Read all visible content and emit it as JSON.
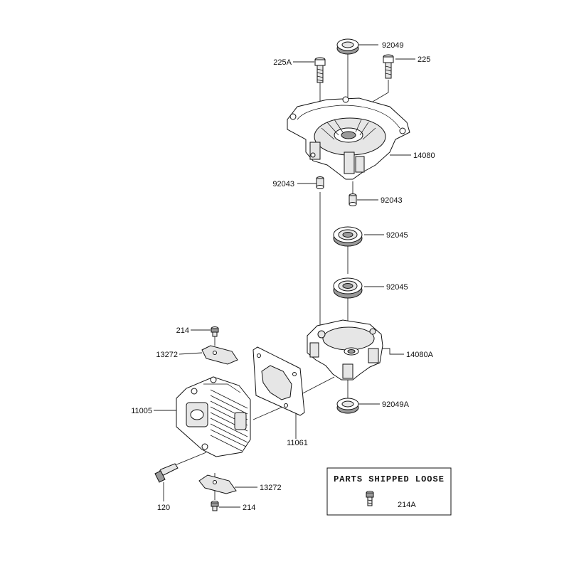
{
  "diagram": {
    "labels": {
      "p92049": "92049",
      "p225A": "225A",
      "p225": "225",
      "p14080": "14080",
      "p92043_left": "92043",
      "p92043_right": "92043",
      "p92045_top": "92045",
      "p92045_bottom": "92045",
      "p214_top": "214",
      "p13272_top": "13272",
      "p14080A": "14080A",
      "p11005": "11005",
      "p92049A": "92049A",
      "p11061": "11061",
      "p120": "120",
      "p13272_bottom": "13272",
      "p214_bottom": "214"
    },
    "loose_box": {
      "title": "PARTS SHIPPED LOOSE",
      "part": "214A"
    }
  }
}
